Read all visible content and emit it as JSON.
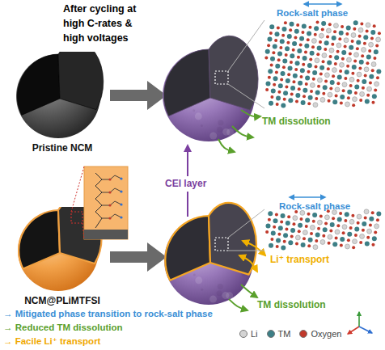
{
  "diagram": {
    "nodes": [
      {
        "text": [
          "Pristine NCM"
        ]
      },
      {
        "text": [
          "NCM@PLiMTFSI"
        ]
      }
    ],
    "labels": [
      "After cycling at high C-rates & high voltages",
      "Rock-salt phase",
      "TM dissolution",
      "CEI layer",
      "Rock-salt phase",
      "Li⁺ transport",
      "TM dissolution",
      "→ Mitigated phase transition to rock-salt phase",
      "→ Reduced TM dissolution",
      "→ Facile Li⁺ transport"
    ],
    "legend": [
      {
        "text": "Li",
        "color": "#d4d4d4"
      },
      {
        "text": "TM",
        "color": "#3d7f86"
      },
      {
        "text": "Oxygen",
        "color": "#c0392b"
      }
    ]
  }
}
